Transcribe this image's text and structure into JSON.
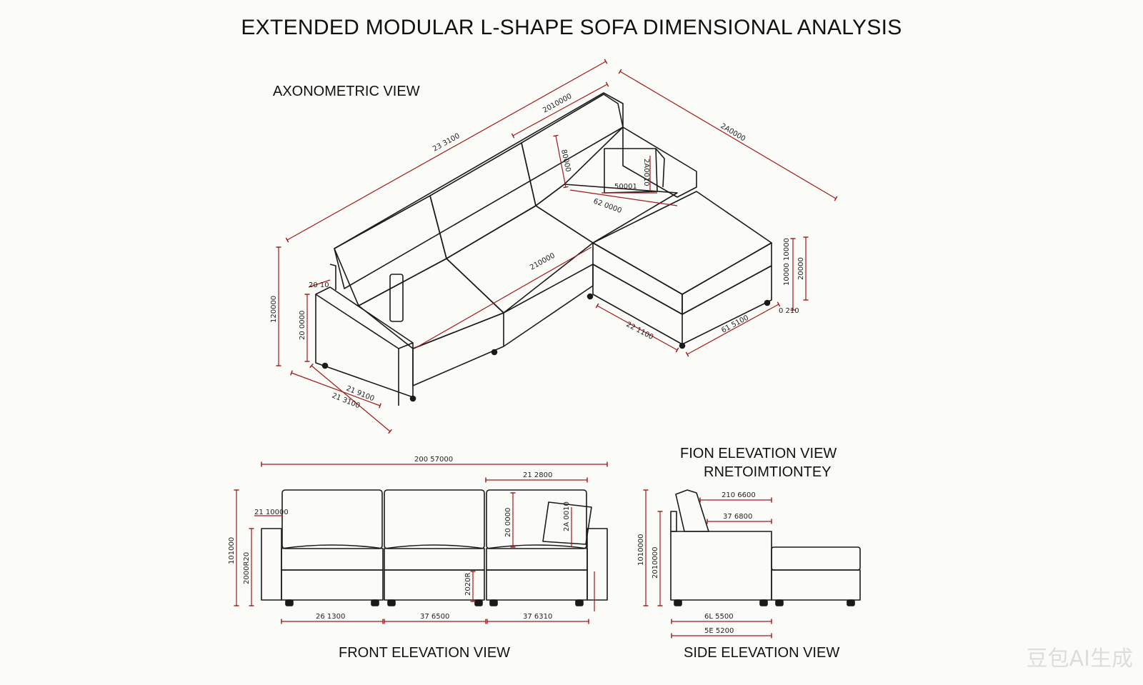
{
  "title": "EXTENDED MODULAR L-SHAPE SOFA DIMENSIONAL ANALYSIS",
  "views": {
    "axonometric": "AXONOMETRIC VIEW",
    "front_right_line1": "FION ELEVATION VIEW",
    "front_right_line2": "RNETOIMTIONTEY",
    "front": "FRONT ELEVATION VIEW",
    "side": "SIDE ELEVATION VIEW"
  },
  "dimensions": {
    "axo": {
      "overall_length": "23 3100",
      "back_top": "2010000",
      "chaise_length": "2A0000",
      "back_height": "80000",
      "pillow_w": "50001",
      "pillow_h": "2A0010",
      "chaise_seat": "62 0000",
      "seat_depth": "210000",
      "chaise_depth": "22 1100",
      "chaise_width": "61 5100",
      "height_left": "120000",
      "seat_height_left": "20 0000",
      "arm_top": "20 10",
      "arm_width": "21 9100",
      "depth_bottom": "21 3100",
      "chaise_h1": "10000 10000",
      "chaise_h2": "20000",
      "leg": "0 210"
    },
    "front": {
      "overall": "200 57000",
      "module": "21 2800",
      "height": "101000",
      "seat": "2000R20",
      "arm": "21 10000",
      "back_cushion": "20 0000",
      "pillow": "2A 0010",
      "leg": "2020R",
      "m1": "26 1300",
      "m2": "37 6500",
      "m3": "37 6310"
    },
    "side": {
      "height": "1010000",
      "seat": "2010000",
      "top1": "210 6600",
      "top2": "37 6800",
      "b1": "6L 5500",
      "b2": "5E 5200"
    }
  },
  "watermark": "豆包AI生成",
  "colors": {
    "line": "#1a1a1a",
    "dimension": "#a11a1a",
    "background": "#fbfbf8"
  }
}
